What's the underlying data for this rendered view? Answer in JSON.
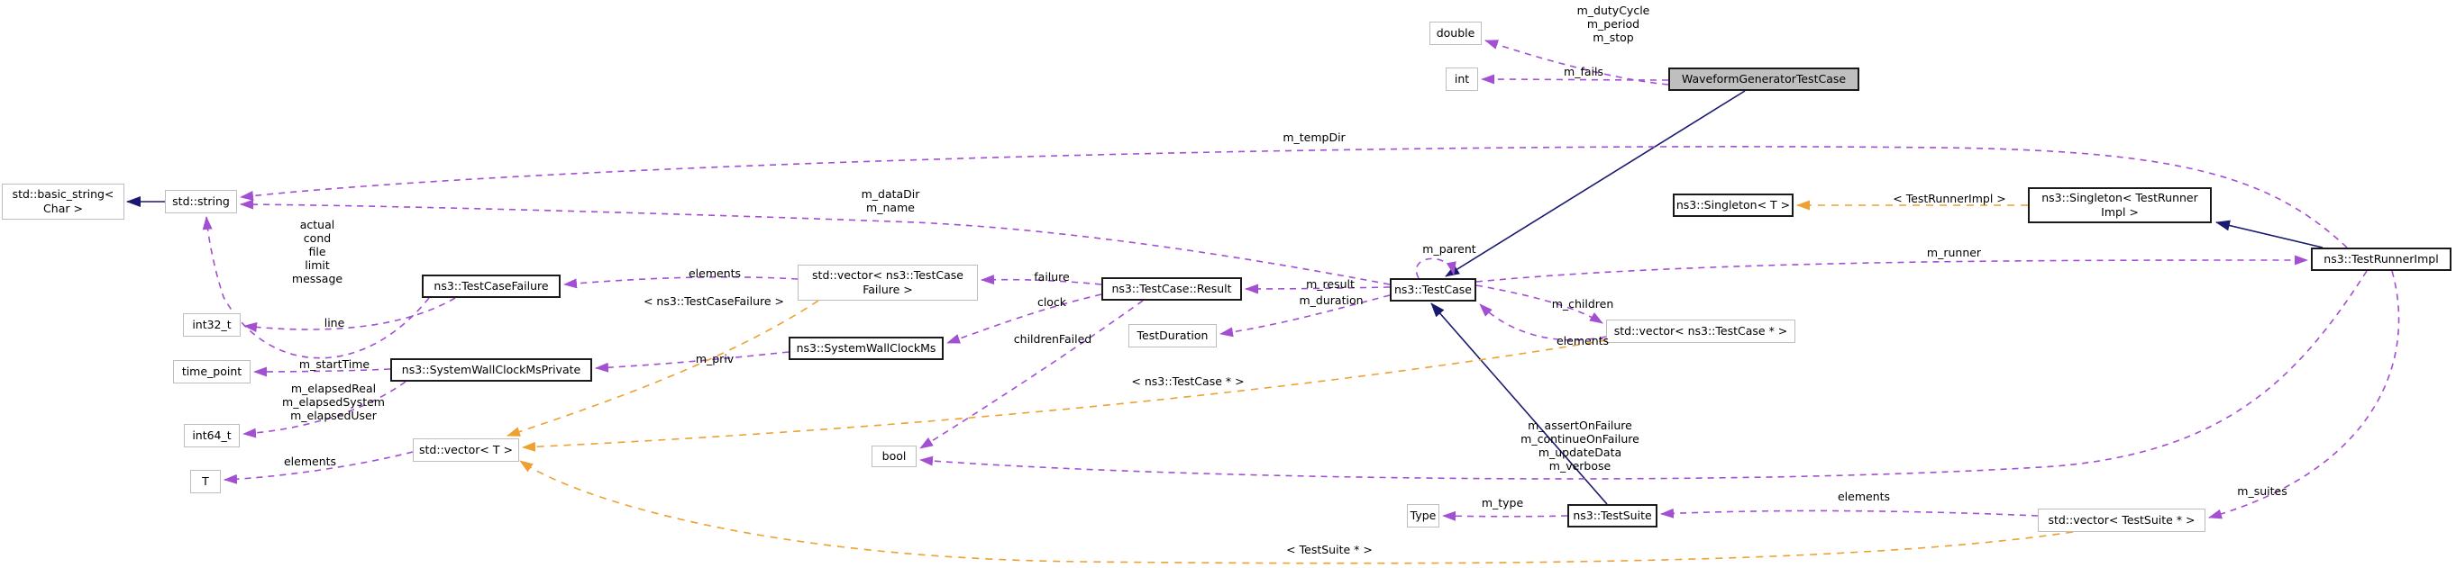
{
  "diagram": {
    "kind": "collaboration-diagram",
    "highlighted_node": "WaveformGeneratorTestCase",
    "colors": {
      "member_edge": "#a34fd2",
      "template_edge": "#efa032",
      "inherit_edge": "#191970",
      "plain_border": "#bdbdbd",
      "doc_border": "#1a1a1a",
      "current_fill": "#bfbfbf",
      "background": "#ffffff",
      "text": "#000000"
    },
    "nodes": [
      {
        "id": "basic_string",
        "style": "plain",
        "lines": [
          "std::basic_string<",
          "Char >"
        ]
      },
      {
        "id": "string",
        "style": "plain",
        "lines": [
          "std::string"
        ]
      },
      {
        "id": "int32",
        "style": "plain",
        "lines": [
          "int32_t"
        ]
      },
      {
        "id": "time_point",
        "style": "plain",
        "lines": [
          "time_point"
        ]
      },
      {
        "id": "int64",
        "style": "plain",
        "lines": [
          "int64_t"
        ]
      },
      {
        "id": "t",
        "style": "plain",
        "lines": [
          "T"
        ]
      },
      {
        "id": "tcf",
        "style": "doc",
        "lines": [
          "ns3::TestCaseFailure"
        ]
      },
      {
        "id": "swcmp",
        "style": "doc",
        "lines": [
          "ns3::SystemWallClockMsPrivate"
        ]
      },
      {
        "id": "vect",
        "style": "plain",
        "lines": [
          "std::vector< T >"
        ]
      },
      {
        "id": "vectcf",
        "style": "plain",
        "lines": [
          "std::vector< ns3::TestCase",
          "Failure >"
        ]
      },
      {
        "id": "swcm",
        "style": "doc",
        "lines": [
          "ns3::SystemWallClockMs"
        ]
      },
      {
        "id": "result",
        "style": "doc",
        "lines": [
          "ns3::TestCase::Result"
        ]
      },
      {
        "id": "duration",
        "style": "plain",
        "lines": [
          "TestDuration"
        ]
      },
      {
        "id": "bool",
        "style": "plain",
        "lines": [
          "bool"
        ]
      },
      {
        "id": "testcase",
        "style": "doc",
        "lines": [
          "ns3::TestCase"
        ]
      },
      {
        "id": "vectc",
        "style": "plain",
        "lines": [
          "std::vector< ns3::TestCase * >"
        ]
      },
      {
        "id": "singletont",
        "style": "doc",
        "lines": [
          "ns3::Singleton< T >"
        ]
      },
      {
        "id": "singletontri",
        "style": "doc",
        "lines": [
          "ns3::Singleton< TestRunner",
          "Impl >"
        ]
      },
      {
        "id": "tri",
        "style": "doc",
        "lines": [
          "ns3::TestRunnerImpl"
        ]
      },
      {
        "id": "type",
        "style": "plain",
        "lines": [
          "Type"
        ]
      },
      {
        "id": "testsuite",
        "style": "doc",
        "lines": [
          "ns3::TestSuite"
        ]
      },
      {
        "id": "vects",
        "style": "plain",
        "lines": [
          "std::vector< TestSuite * >"
        ]
      },
      {
        "id": "double",
        "style": "plain",
        "lines": [
          "double"
        ]
      },
      {
        "id": "int",
        "style": "plain",
        "lines": [
          "int"
        ]
      },
      {
        "id": "wgtc",
        "style": "current",
        "lines": [
          "WaveformGeneratorTestCase"
        ]
      }
    ],
    "edges": [
      {
        "id": "inherit_string",
        "kind": "inherit",
        "from": "string",
        "to": "basic_string",
        "label": []
      },
      {
        "id": "inherit_wgtc",
        "kind": "inherit",
        "from": "wgtc",
        "to": "testcase",
        "label": []
      },
      {
        "id": "inherit_testsuite",
        "kind": "inherit",
        "from": "testsuite",
        "to": "testcase",
        "label": []
      },
      {
        "id": "inherit_tri",
        "kind": "inherit",
        "from": "tri",
        "to": "singletontri",
        "label": []
      },
      {
        "id": "m_dutycycle",
        "kind": "member",
        "from": "wgtc",
        "to": "double",
        "label": [
          "m_dutyCycle",
          "m_period",
          "m_stop"
        ]
      },
      {
        "id": "m_fails",
        "kind": "member",
        "from": "wgtc",
        "to": "int",
        "label": [
          "m_fails"
        ]
      },
      {
        "id": "m_tempdir",
        "kind": "member",
        "from": "tri",
        "to": "string",
        "label": [
          "m_tempDir"
        ]
      },
      {
        "id": "m_datadir",
        "kind": "member",
        "from": "testcase",
        "to": "string",
        "label": [
          "m_dataDir",
          "m_name"
        ]
      },
      {
        "id": "tcf_strings",
        "kind": "member",
        "from": "tcf",
        "to": "string",
        "label": [
          "actual",
          "cond",
          "file",
          "limit",
          "message"
        ]
      },
      {
        "id": "line",
        "kind": "member",
        "from": "tcf",
        "to": "int32",
        "label": [
          "line"
        ]
      },
      {
        "id": "elements_tcf",
        "kind": "member",
        "from": "vectcf",
        "to": "tcf",
        "label": [
          "elements"
        ]
      },
      {
        "id": "failure",
        "kind": "member",
        "from": "result",
        "to": "vectcf",
        "label": [
          "failure"
        ]
      },
      {
        "id": "clock",
        "kind": "member",
        "from": "result",
        "to": "swcm",
        "label": [
          "clock"
        ]
      },
      {
        "id": "m_priv",
        "kind": "member",
        "from": "swcm",
        "to": "swcmp",
        "label": [
          "m_priv"
        ]
      },
      {
        "id": "m_starttime",
        "kind": "member",
        "from": "swcmp",
        "to": "time_point",
        "label": [
          "m_startTime"
        ]
      },
      {
        "id": "m_elapsed",
        "kind": "member",
        "from": "swcmp",
        "to": "int64",
        "label": [
          "m_elapsedReal",
          "m_elapsedSystem",
          "m_elapsedUser"
        ]
      },
      {
        "id": "childrenfailed",
        "kind": "member",
        "from": "result",
        "to": "bool",
        "label": [
          "childrenFailed"
        ]
      },
      {
        "id": "m_result",
        "kind": "member",
        "from": "testcase",
        "to": "result",
        "label": [
          "m_result"
        ]
      },
      {
        "id": "m_duration",
        "kind": "member",
        "from": "testcase",
        "to": "duration",
        "label": [
          "m_duration"
        ]
      },
      {
        "id": "m_parent",
        "kind": "member",
        "from": "testcase",
        "to": "testcase",
        "label": [
          "m_parent"
        ]
      },
      {
        "id": "m_children",
        "kind": "member",
        "from": "testcase",
        "to": "vectc",
        "label": [
          "m_children"
        ]
      },
      {
        "id": "elements_tc",
        "kind": "member",
        "from": "vectc",
        "to": "testcase",
        "label": [
          "elements"
        ]
      },
      {
        "id": "m_runner",
        "kind": "member",
        "from": "testcase",
        "to": "tri",
        "label": [
          "m_runner"
        ]
      },
      {
        "id": "m_assert",
        "kind": "member",
        "from": "tri",
        "to": "bool",
        "label": [
          "m_assertOnFailure",
          "m_continueOnFailure",
          "m_updateData",
          "m_verbose"
        ]
      },
      {
        "id": "m_suites",
        "kind": "member",
        "from": "tri",
        "to": "vects",
        "label": [
          "m_suites"
        ]
      },
      {
        "id": "elements_ts",
        "kind": "member",
        "from": "vects",
        "to": "testsuite",
        "label": [
          "elements"
        ]
      },
      {
        "id": "m_type",
        "kind": "member",
        "from": "testsuite",
        "to": "type",
        "label": [
          "m_type"
        ]
      },
      {
        "id": "elements_t",
        "kind": "member",
        "from": "vect",
        "to": "t",
        "label": [
          "elements"
        ]
      },
      {
        "id": "tmpl_tcf",
        "kind": "template",
        "from": "vectcf",
        "to": "vect",
        "label": [
          "< ns3::TestCaseFailure >"
        ]
      },
      {
        "id": "tmpl_tcptr",
        "kind": "template",
        "from": "vectc",
        "to": "vect",
        "label": [
          "< ns3::TestCase * >"
        ]
      },
      {
        "id": "tmpl_ts",
        "kind": "template",
        "from": "vects",
        "to": "vect",
        "label": [
          "< TestSuite * >"
        ]
      },
      {
        "id": "tmpl_singleton",
        "kind": "template",
        "from": "singletontri",
        "to": "singletont",
        "label": [
          "< TestRunnerImpl >"
        ]
      }
    ]
  }
}
